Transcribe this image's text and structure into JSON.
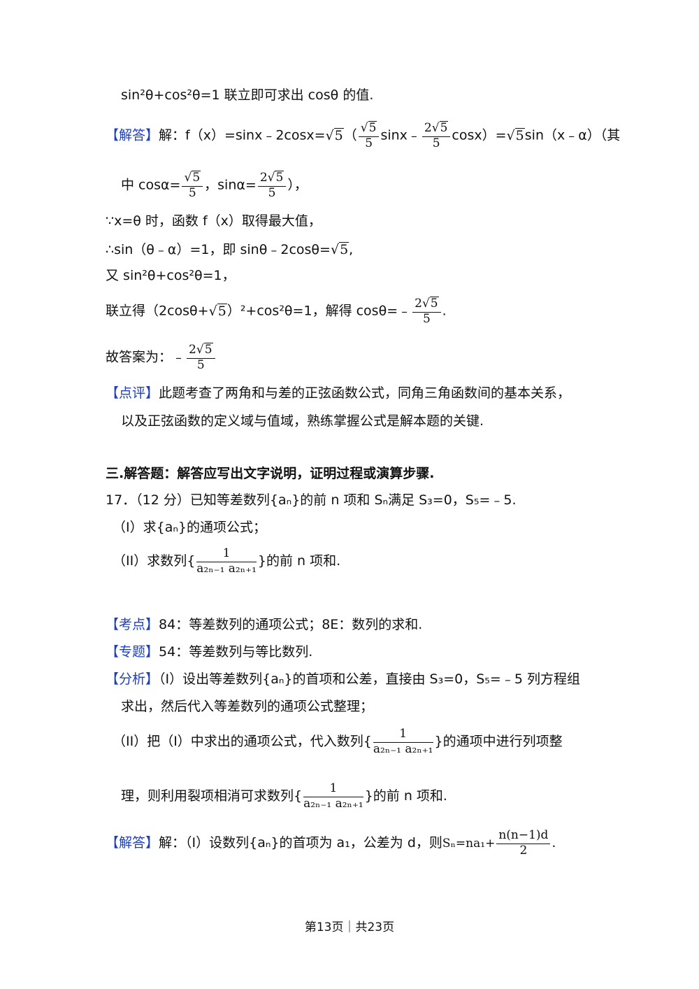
{
  "lines": {
    "l1": "sin²θ+cos²θ=1 联立即可求出 cosθ 的值.",
    "jieda_tag": "【解答】",
    "l2a": "解：f（x）=sinx﹣2cosx=",
    "l2b": "sinx﹣",
    "l2c": "cosx）=",
    "l2d": "sin（x﹣α）（其",
    "l3a": "中 cosα=",
    "l3b": "，sinα=",
    "l3c": "），",
    "l4": "∵x=θ 时，函数 f（x）取得最大值，",
    "l5a": "∴sin（θ﹣α）=1，即 sinθ﹣2cosθ=",
    "l5b": ",",
    "l6": "又 sin²θ+cos²θ=1，",
    "l7a": "联立得（2cosθ+",
    "l7b": "）²+cos²θ=1，解得 cosθ=﹣",
    "l7c": ".",
    "l8": "故答案为：﹣",
    "dianping_tag": "【点评】",
    "l9": "此题考查了两角和与差的正弦函数公式，同角三角函数间的基本关系，",
    "l10": "以及正弦函数的定义域与值域，熟练掌握公式是解本题的关键.",
    "section3": "三.解答题：解答应写出文字说明，证明过程或演算步骤.",
    "q17": "17．（12 分）已知等差数列{aₙ}的前 n 项和 Sₙ满足 S₃=0，S₅=﹣5.",
    "q17_1": "（I）求{aₙ}的通项公式；",
    "q17_2a": "（II）求数列{",
    "q17_2b": "}的前 n 项和.",
    "kaodian_tag": "【考点】",
    "kaodian": "84：等差数列的通项公式；8E：数列的求和.",
    "zhuanti_tag": "【专题】",
    "zhuanti": "54：等差数列与等比数列.",
    "fenxi_tag": "【分析】",
    "fenxi1": "（I）设出等差数列{aₙ}的首项和公差，直接由 S₃=0，S₅=﹣5 列方程组",
    "fenxi2": "求出，然后代入等差数列的通项公式整理；",
    "fenxi3a": "（II）把（I）中求出的通项公式，代入数列{",
    "fenxi3b": "}的通项中进行列项整",
    "fenxi4a": "理，则利用裂项相消可求数列{",
    "fenxi4b": "}的前 n 项和.",
    "jieda2_tag": "【解答】",
    "jieda2a": "解：（I）设数列{aₙ}的首项为 a₁，公差为 d，则",
    "jieda2b": "Sₙ=na₁+",
    "jieda2c": "."
  },
  "math": {
    "sqrt5": "5",
    "sqrt_sign": "√",
    "one": "1",
    "five": "5",
    "two": "2",
    "a_pair": "a₂ₙ₋₁ a₂ₙ₊₁",
    "sn_num": "n(n−1)d",
    "sn_den": "2",
    "paren_open": "（"
  },
  "footer": "第13页｜共23页"
}
